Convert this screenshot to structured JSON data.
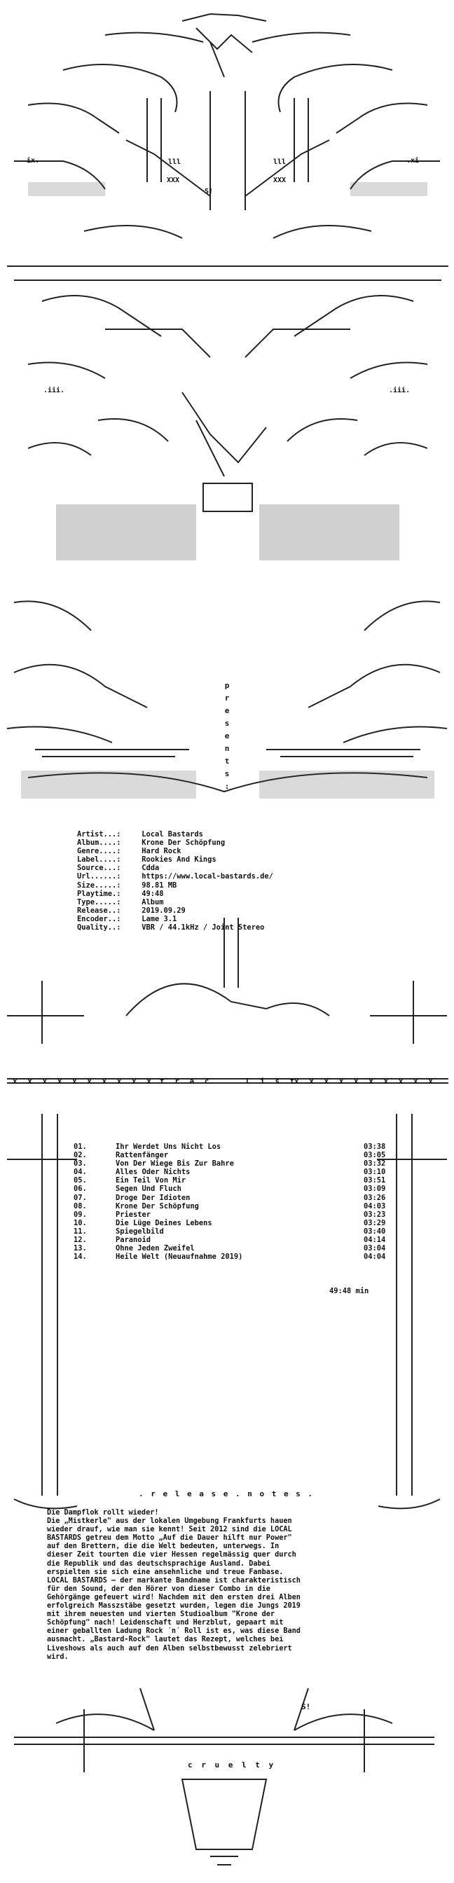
{
  "release_info": {
    "rows": [
      {
        "label": "Artist...:",
        "value": "Local Bastards"
      },
      {
        "label": "Album....:",
        "value": "Krone Der Schöpfung"
      },
      {
        "label": "Genre....:",
        "value": "Hard Rock"
      },
      {
        "label": "Label....:",
        "value": "Rookies And Kings"
      },
      {
        "label": "Source...:",
        "value": "Cdda"
      },
      {
        "label": "Url......:",
        "value": "https://www.local-bastards.de/"
      },
      {
        "label": "Size.....:",
        "value": "98.81 MB"
      },
      {
        "label": "Playtime.:",
        "value": "49:48"
      },
      {
        "label": "Type.....:",
        "value": "Album"
      },
      {
        "label": "Release..:",
        "value": "2019.09.29"
      },
      {
        "label": "Encoder..:",
        "value": "Lame 3.1"
      },
      {
        "label": "Quality..:",
        "value": "VBR / 44.1kHz / Joint Stereo"
      }
    ]
  },
  "presents_letters": [
    "p",
    "r",
    "e",
    "s",
    "e",
    "n",
    "t",
    "s",
    ":"
  ],
  "tracklist": {
    "heading_left": "t r a c",
    "heading_right": "l i s t .",
    "tracks": [
      {
        "no": "01.",
        "title": "Ihr Werdet Uns Nicht Los",
        "time": "03:38"
      },
      {
        "no": "02.",
        "title": "Rattenfänger",
        "time": "03:05"
      },
      {
        "no": "03.",
        "title": "Von Der Wiege Bis Zur Bahre",
        "time": "03:32"
      },
      {
        "no": "04.",
        "title": "Alles Oder Nichts",
        "time": "03:10"
      },
      {
        "no": "05.",
        "title": "Ein Teil Von Mir",
        "time": "03:51"
      },
      {
        "no": "06.",
        "title": "Segen Und Fluch",
        "time": "03:09"
      },
      {
        "no": "07.",
        "title": "Droge Der Idioten",
        "time": "03:26"
      },
      {
        "no": "08.",
        "title": "Krone Der Schöpfung",
        "time": "04:03"
      },
      {
        "no": "09.",
        "title": "Priester",
        "time": "03:23"
      },
      {
        "no": "10.",
        "title": "Die Lüge Deines Lebens",
        "time": "03:29"
      },
      {
        "no": "11.",
        "title": "Spiegelbild",
        "time": "03:40"
      },
      {
        "no": "12.",
        "title": "Paranoid",
        "time": "04:14"
      },
      {
        "no": "13.",
        "title": "Ohne Jeden Zweifel",
        "time": "03:04"
      },
      {
        "no": "14.",
        "title": "Heile Welt (Neuaufnahme 2019)",
        "time": "04:04"
      }
    ],
    "total": "49:48 min"
  },
  "release_notes": {
    "heading": ". r e l e a s e . n o t e s .",
    "lines": [
      "Die Dampflok rollt wieder!",
      "Die „Mistkerle\" aus der lokalen Umgebung Frankfurts hauen",
      "wieder drauf, wie man sie kennt! Seit 2012 sind die LOCAL",
      "BASTARDS getreu dem Motto „Auf die Dauer hilft nur Power\"",
      "auf den Brettern, die die Welt bedeuten, unterwegs. In",
      "dieser Zeit tourten die vier Hessen regelmässig quer durch",
      "die Republik und das deutschsprachige Ausland. Dabei",
      "erspielten sie sich eine ansehnliche und treue Fanbase.",
      "LOCAL BASTARDS – der markante Bandname ist charakteristisch",
      "für den Sound, der den Hörer von dieser Combo in die",
      "Gehörgänge gefeuert wird! Nachdem mit den ersten drei Alben",
      "erfolgreich Masszstäbe gesetzt wurden, legen die Jungs 2019",
      "mit ihrem neuesten und vierten Studioalbum \"Krone der",
      "Schöpfung\" nach! Leidenschaft und Herzblut, gepaart mit",
      "einer geballten Ladung Rock ´n´ Roll ist es, was diese Band",
      "ausmacht. „Bastard-Rock\" lautet das Rezept, welches bei",
      "Liveshows als auch auf den Alben selbstbewusst zelebriert",
      "wird."
    ]
  },
  "footer": {
    "group": "c r u e l t y",
    "tag": "S!"
  },
  "ascii_marks": {
    "ix_left": "ix.",
    "xi_right": ".xi",
    "iii_left": ".iii.",
    "iii_right": ".iii.",
    "s_tag": "S!",
    "xxx": "XXX",
    "lll": "lll",
    "x_row": "x x x x x x x x x x"
  },
  "colors": {
    "ink": "#222222",
    "paper": "#ffffff"
  }
}
